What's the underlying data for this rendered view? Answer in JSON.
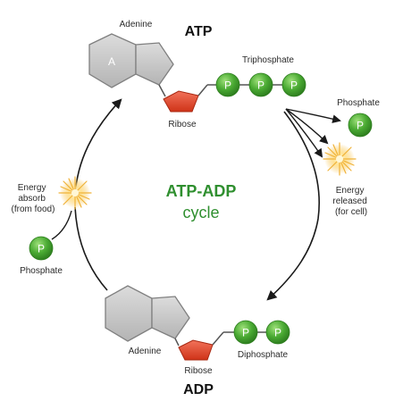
{
  "colors": {
    "phosphate_green": "#4aaa33",
    "cycle_green": "#2f8f2f",
    "ribose_red": "#e2462c",
    "ring_gray": "#c8c8c8",
    "arrow": "#1a1a1a",
    "burst": "#f6c04a"
  },
  "atp": {
    "title": "ATP",
    "adenine_label": "Adenine",
    "adenine_letter": "A",
    "ribose_label": "Ribose",
    "triphosphate_label": "Triphosphate",
    "p_letters": [
      "P",
      "P",
      "P"
    ]
  },
  "adp": {
    "title": "ADP",
    "adenine_label": "Adenine",
    "ribose_label": "Ribose",
    "diphosphate_label": "Diphosphate",
    "p_letters": [
      "P",
      "P"
    ]
  },
  "cycle": {
    "line1": "ATP-ADP",
    "line2": "cycle"
  },
  "released": {
    "phosphate_label": "Phosphate",
    "p_letter": "P",
    "energy_lines": [
      "Energy",
      "released",
      "(for cell)"
    ]
  },
  "absorbed": {
    "phosphate_label": "Phosphate",
    "p_letter": "P",
    "energy_lines": [
      "Energy",
      "absorb",
      "(from food)"
    ]
  }
}
